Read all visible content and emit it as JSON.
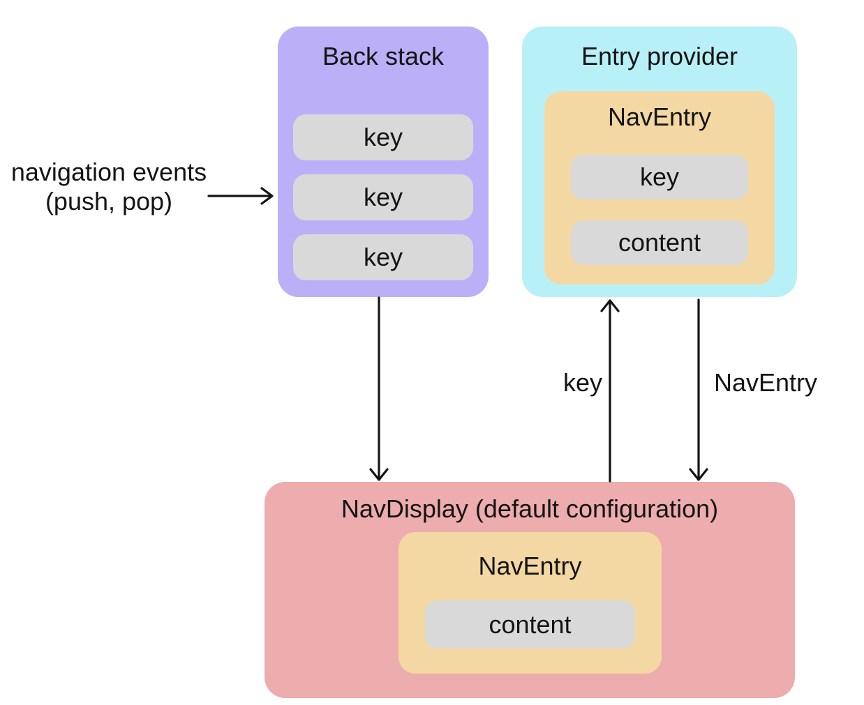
{
  "labels": {
    "navigation_events_line1": "navigation events",
    "navigation_events_line2": "(push, pop)",
    "arrow_key": "key",
    "arrow_naventry": "NavEntry"
  },
  "boxes": {
    "back_stack": {
      "title": "Back stack",
      "keys": [
        "key",
        "key",
        "key"
      ]
    },
    "entry_provider": {
      "title": "Entry provider",
      "nav_entry": {
        "title": "NavEntry",
        "key_slot": "key",
        "content_slot": "content"
      }
    },
    "nav_display": {
      "title": "NavDisplay (default configuration)",
      "nav_entry": {
        "title": "NavEntry",
        "content_slot": "content"
      }
    }
  },
  "colors": {
    "back_stack_bg": "#BBB0F7",
    "entry_provider_bg": "#B8F0F8",
    "nav_entry_bg": "#F3D8A3",
    "nav_display_bg": "#EDACAD",
    "slot_bg": "#D9D9D9",
    "line_and_text": "#141414",
    "page_bg": "#FFFFFF"
  }
}
